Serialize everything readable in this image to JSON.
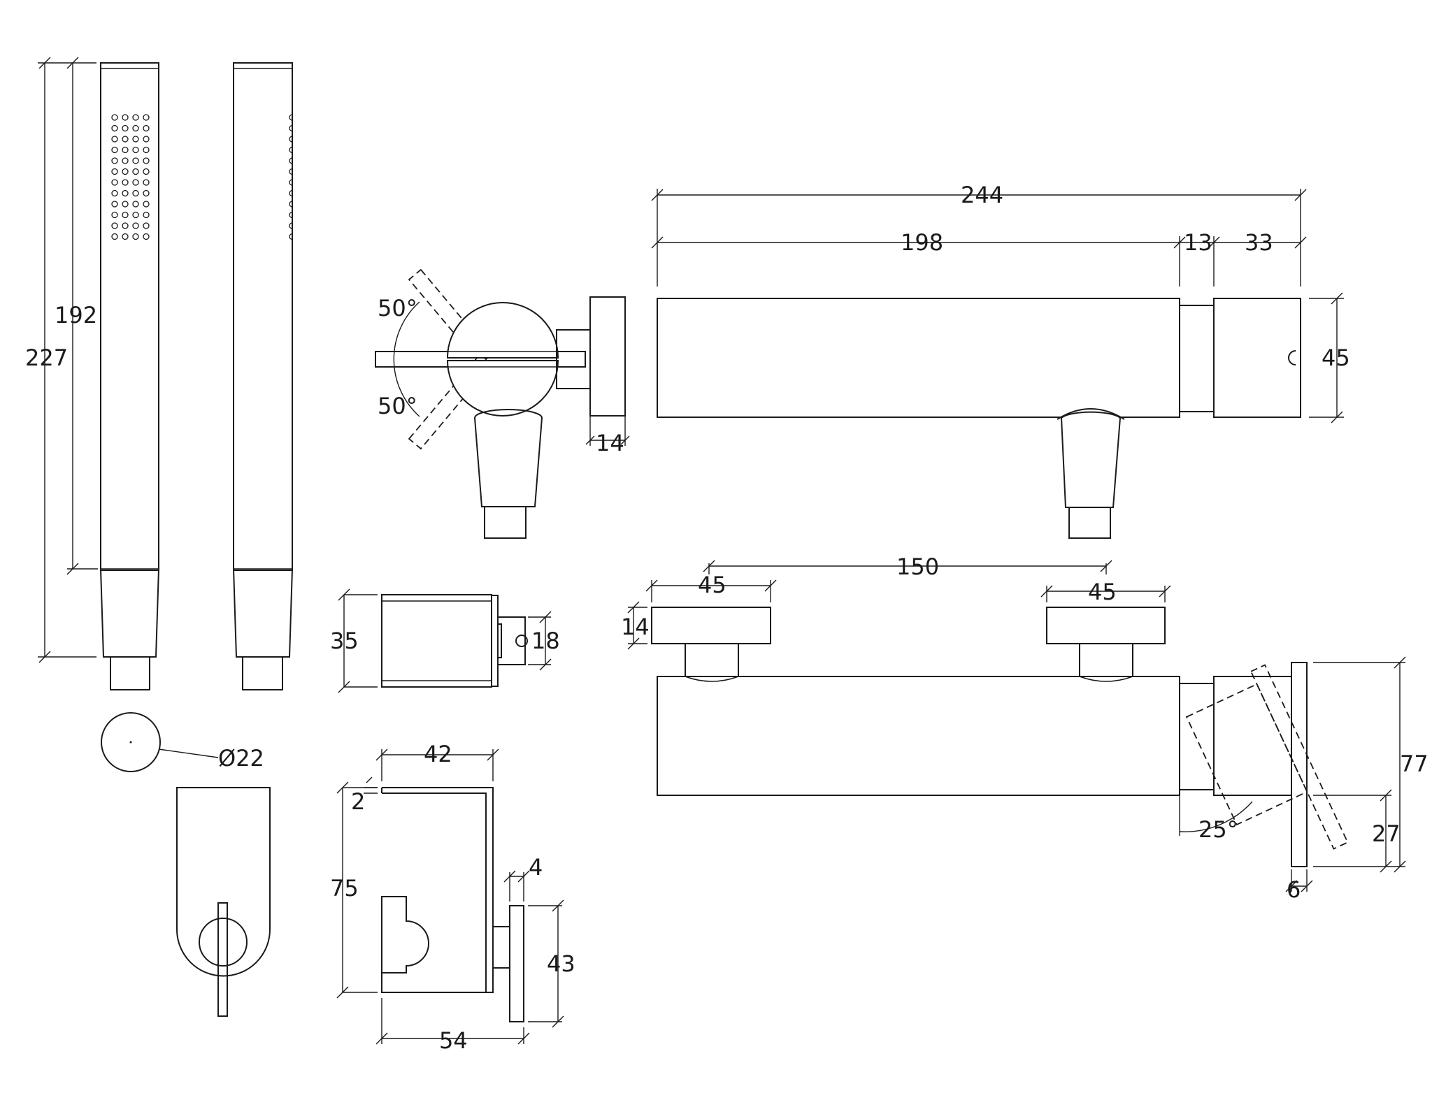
{
  "dimensions": {
    "handshower_total_length": "227",
    "handshower_head_length": "192",
    "handshower_diameter": "Ø22",
    "handle_angle_up": "50°",
    "handle_angle_down": "50°",
    "wall_plate_thickness": "14",
    "mixer_total_length": "244",
    "mixer_body_length": "198",
    "mixer_collar_length": "13",
    "mixer_cap_length": "33",
    "mixer_body_height": "45",
    "handle_knob_width_left": "45",
    "handle_knob_width_right": "45",
    "inlet_spacing": "150",
    "handle_knob_thickness": "14",
    "holder_block_height": "35",
    "holder_pin_height": "18",
    "holder_top_width": "42",
    "holder_plate_offset": "2",
    "holder_height": "75",
    "holder_gap": "4",
    "holder_plate_height": "43",
    "holder_depth": "54",
    "outlet_height": "77",
    "outlet_offset": "27",
    "outlet_angle": "25°",
    "outlet_pipe_width": "6"
  }
}
